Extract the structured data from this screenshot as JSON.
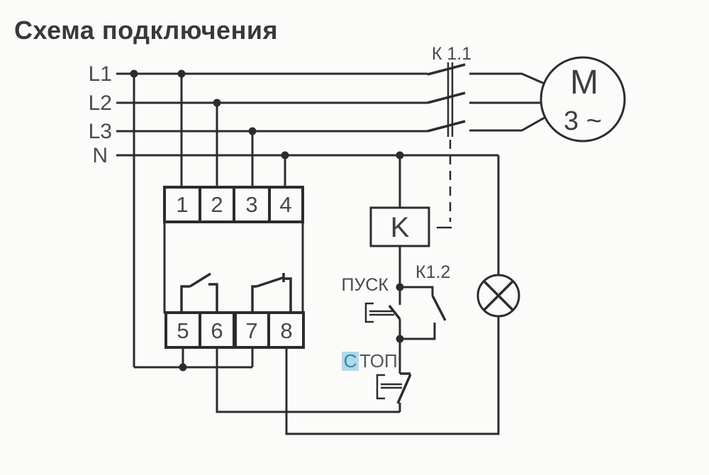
{
  "title": "Схема подключения",
  "colors": {
    "line": "#2c2c2e",
    "title_text": "#39393b",
    "label_text": "#4a4a4d",
    "highlight_bg": "#b3d8e7",
    "highlight_text": "#2d89a9",
    "background": "#fbfbfa"
  },
  "bus_labels": {
    "l1": "L1",
    "l2": "L2",
    "l3": "L3",
    "n": "N"
  },
  "device": {
    "terminals_top": [
      "1",
      "2",
      "3",
      "4"
    ],
    "terminals_bottom": [
      "5",
      "6",
      "7",
      "8"
    ]
  },
  "contactor": {
    "main_contact_label": "К 1.1",
    "aux_contact_label": "К1.2",
    "coil_label": "K"
  },
  "buttons": {
    "start_label": "ПУСК",
    "stop_label_highlighted": "С",
    "stop_label_rest": "ТОП"
  },
  "motor": {
    "symbol": "М",
    "phase_label": "3 ~"
  }
}
